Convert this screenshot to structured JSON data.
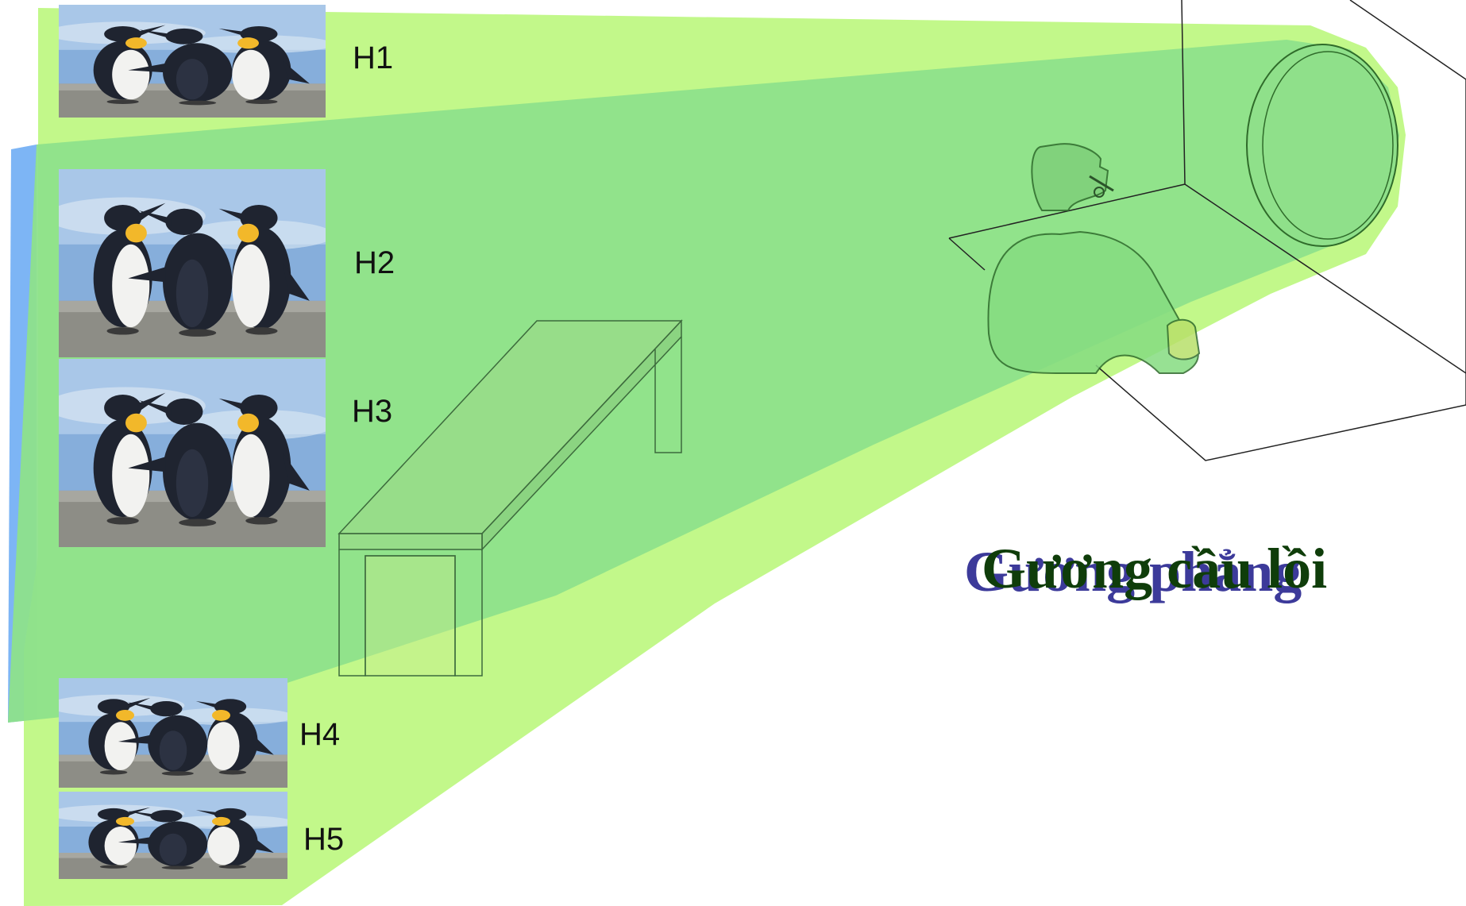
{
  "labels": {
    "h1": "H1",
    "h2": "H2",
    "h3": "H3",
    "h4": "H4",
    "h5": "H5"
  },
  "title_back": "Gương phẳng",
  "title_front": "Gương cầu lồi",
  "colors": {
    "cone_outer": "#b7f775",
    "cone_inner": "#8ee28b",
    "left_bar": "#7db5f5",
    "title_back": "#3c3a9a",
    "title_front": "#0f3d0a",
    "sky": "#7fa7d6",
    "ground": "#8a8a84",
    "penguin_black": "#1f2430",
    "penguin_white": "#f2f2f0",
    "penguin_yellow": "#f2b82a"
  },
  "icons": {
    "photo": "penguin-photo",
    "table": "table-icon",
    "person": "seated-person-icon",
    "mirror": "convex-mirror-icon"
  }
}
